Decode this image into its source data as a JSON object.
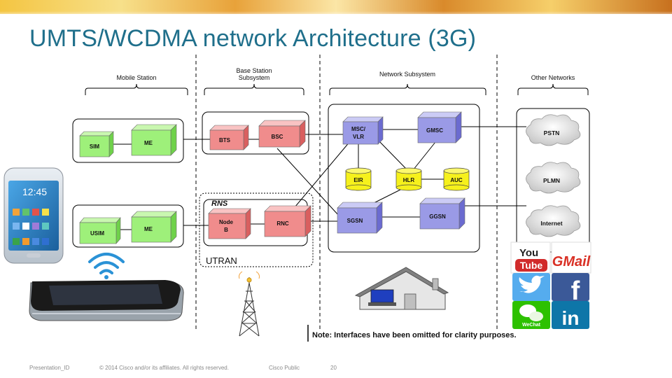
{
  "slide": {
    "title": "UMTS/WCDMA network Architecture (3G)"
  },
  "sections": {
    "mobile_station": "Mobile Station",
    "base_station_line1": "Base Station",
    "base_station_line2": "Subsystem",
    "network_subsystem": "Network Subsystem",
    "other_networks": "Other Networks"
  },
  "nodes": {
    "sim": "SIM",
    "me_top": "ME",
    "usim": "USIM",
    "me_bottom": "ME",
    "bts": "BTS",
    "bsc": "BSC",
    "node_b_line1": "Node",
    "node_b_line2": "B",
    "rnc": "RNC",
    "msc_line1": "MSC/",
    "msc_line2": "VLR",
    "gmsc": "GMSC",
    "eir": "EIR",
    "hlr": "HLR",
    "auc": "AUC",
    "sgsn": "SGSN",
    "ggsn": "GGSN"
  },
  "rns_label": "RNS",
  "utran_label": "UTRAN",
  "clouds": {
    "pstn": "PSTN",
    "plmn": "PLMN",
    "internet": "Internet"
  },
  "phone_time": "12:45",
  "logos": {
    "youtube_you": "You",
    "youtube_tube": "Tube",
    "gmail": "GMail",
    "twitter": "twitter",
    "facebook": "f",
    "wechat": "WeChat",
    "linkedin": "in"
  },
  "note": "Note: Interfaces have been omitted for clarity purposes.",
  "footer": {
    "presentation_id": "Presentation_ID",
    "copyright": "© 2014 Cisco and/or its affiliates. All rights reserved.",
    "classification": "Cisco Public",
    "page_number": "20"
  },
  "colors": {
    "green_box": "#9ef07a",
    "pink_box": "#f08c8c",
    "purple_box": "#9a9ae6",
    "yellow_cylinder": "#f6f11c",
    "title": "#1f6f8b"
  }
}
